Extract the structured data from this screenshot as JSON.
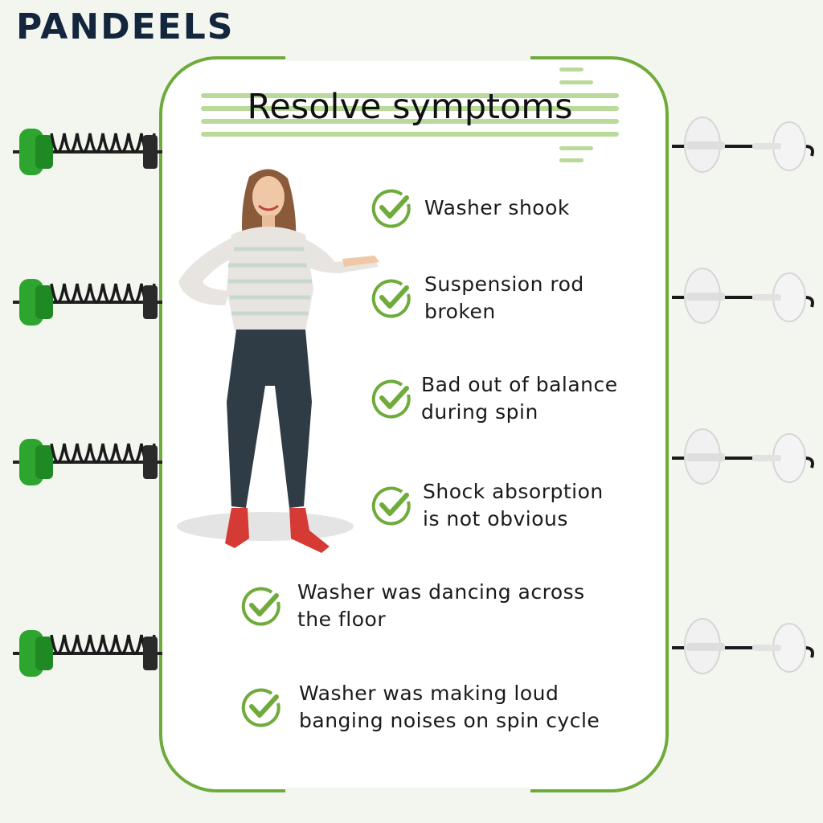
{
  "brand": "PANDEELS",
  "title": "Resolve symptoms",
  "colors": {
    "accent": "#6fab3a",
    "brand": "#13263d",
    "spring_green": "#2ea52e"
  },
  "symptoms": [
    {
      "icon": "check-circle-icon",
      "lines": [
        "Washer shook"
      ]
    },
    {
      "icon": "check-circle-icon",
      "lines": [
        "Suspension rod",
        "broken"
      ]
    },
    {
      "icon": "check-circle-icon",
      "lines": [
        "Bad out of balance",
        "during spin"
      ]
    },
    {
      "icon": "check-circle-icon",
      "lines": [
        "Shock absorption",
        "is not obvious"
      ]
    },
    {
      "icon": "check-circle-icon",
      "lines": [
        "Washer was dancing across",
        "the floor"
      ]
    },
    {
      "icon": "check-circle-icon",
      "lines": [
        "Washer was making loud",
        "banging noises on spin cycle"
      ]
    }
  ]
}
